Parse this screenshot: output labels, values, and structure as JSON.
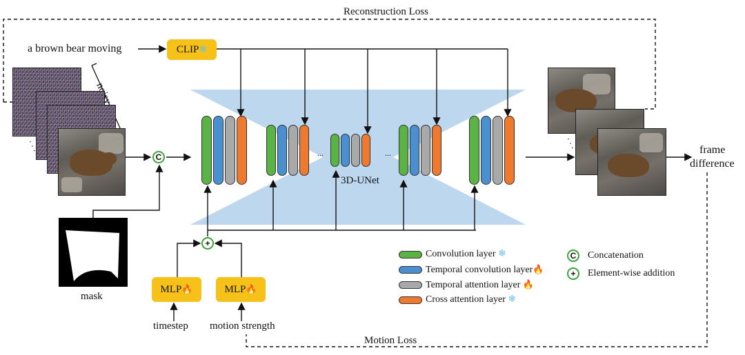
{
  "labels": {
    "reconstruction_loss": "Reconstruction Loss",
    "prompt": "a brown bear moving",
    "clip": "CLIP",
    "noisy": "noisy",
    "ellipsis_frames": "· · ·",
    "unet": "3D-UNet",
    "dots": "...",
    "concat_symbol": "C",
    "add_symbol": "+",
    "mask": "mask",
    "mlp": "MLP",
    "timestep": "timestep",
    "motion_strength": "motion strength",
    "frame_difference_1": "frame",
    "frame_difference_2": "difference",
    "motion_loss": "Motion Loss"
  },
  "legend": [
    {
      "label": "Convolution layer",
      "color": "#5bb346",
      "icon": "snowflake-icon"
    },
    {
      "label": "Temporal convolution layer",
      "color": "#4a90d0",
      "icon": "fire-icon"
    },
    {
      "label": "Temporal attention layer",
      "color": "#a9a9a9",
      "icon": "fire-icon"
    },
    {
      "label": "Cross attention layer",
      "color": "#ee7a30",
      "icon": "snowflake-icon"
    }
  ],
  "symbol_legend": [
    {
      "symbol": "C",
      "label": "Concatenation"
    },
    {
      "symbol": "+",
      "label": "Element-wise addition"
    }
  ],
  "colors": {
    "unet_fill": "#bcd7ee",
    "mlp_fill": "#f6c21a",
    "symbol_ring": "#3aa53a"
  }
}
